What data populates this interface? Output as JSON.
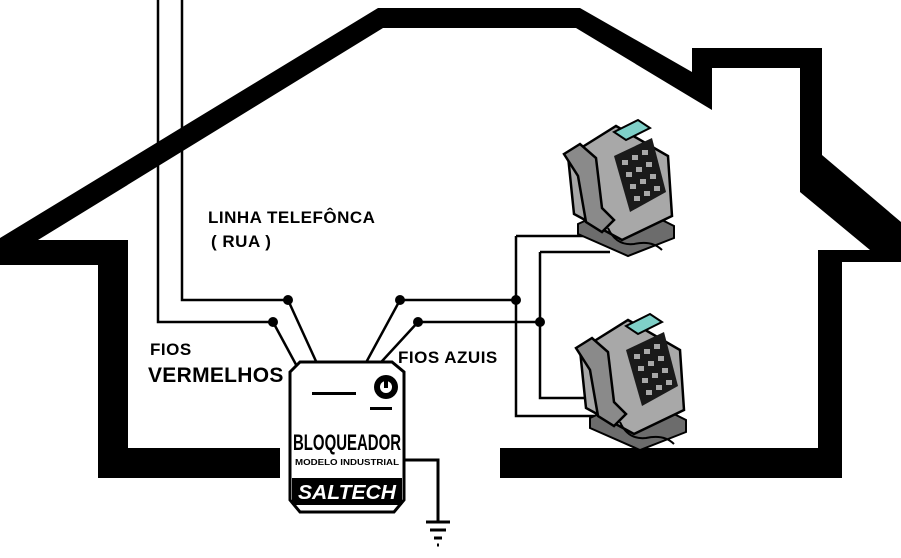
{
  "labels": {
    "line_title": "LINHA TELEFÔNCA",
    "line_sub": "( RUA )",
    "red_wires_1": "FIOS",
    "red_wires_2": "VERMELHOS",
    "blue_wires": "FIOS AZUIS"
  },
  "device": {
    "model": "BLOQUEADOR",
    "brand": "SALTECH",
    "small_line": "MODELO INDUSTRIAL"
  },
  "colors": {
    "wall": "#000000",
    "phone_body": "#a8a8a8",
    "phone_dark": "#555555",
    "screen": "#7fd0c8",
    "background": "#ffffff"
  },
  "icons": [
    "phone-icon",
    "ground-icon",
    "junction-dot"
  ]
}
